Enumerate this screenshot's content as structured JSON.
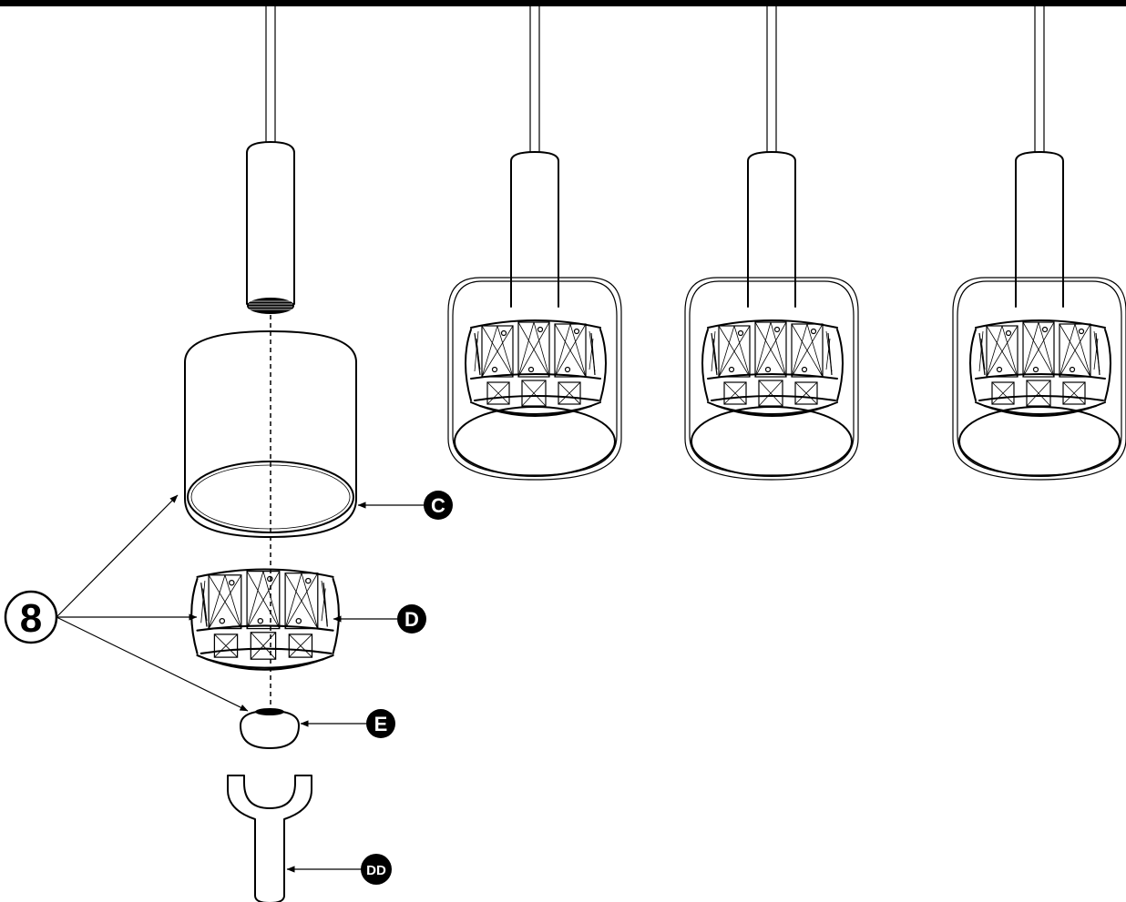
{
  "step_number": "8",
  "callouts": {
    "shade": "C",
    "crystal_ring": "D",
    "finial": "E",
    "wrench_tool": "DD"
  }
}
